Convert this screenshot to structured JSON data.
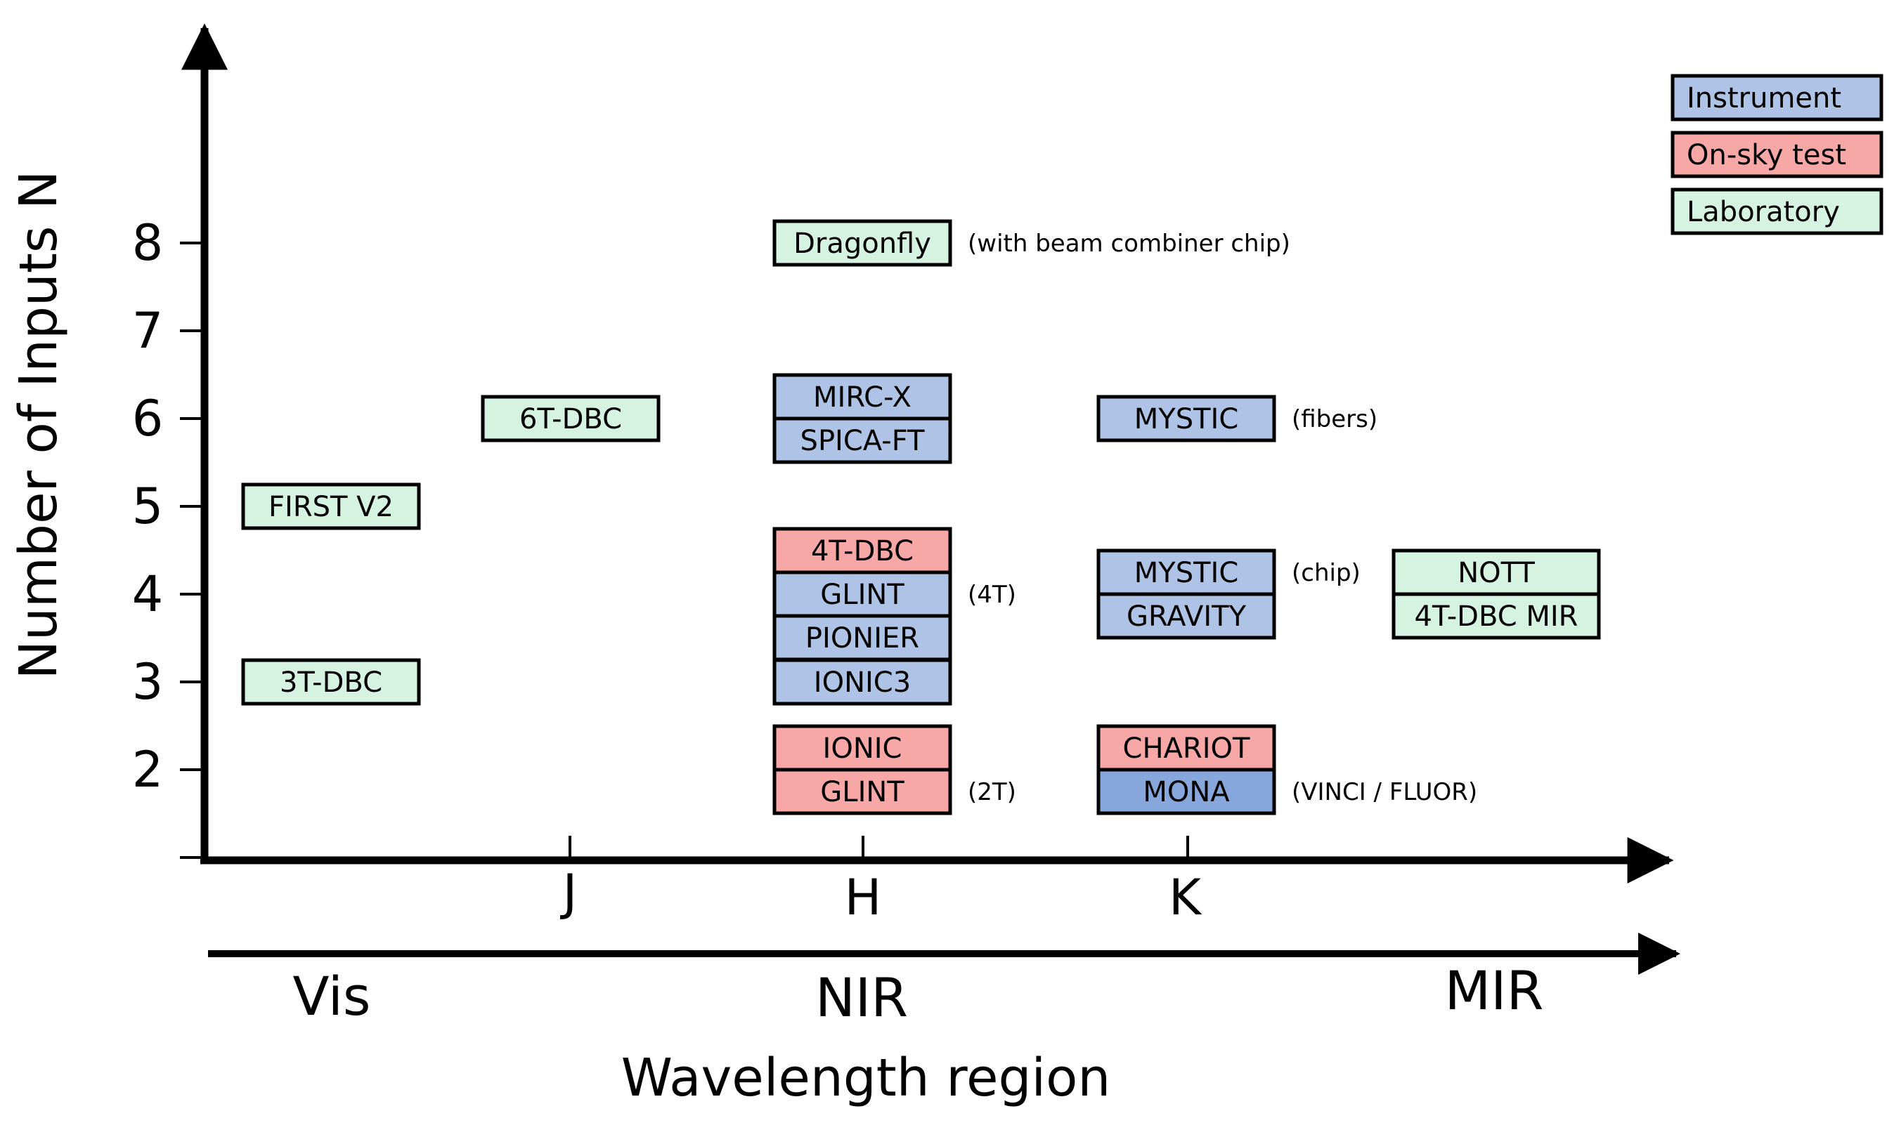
{
  "chart_data": {
    "type": "table",
    "xlabel": "Wavelength region",
    "ylabel": "Number of Inputs N",
    "y_ticks": [
      1,
      2,
      3,
      4,
      5,
      6,
      7,
      8
    ],
    "y_tick_labels": [
      "2",
      "3",
      "4",
      "5",
      "6",
      "7",
      "8"
    ],
    "band_ticks": [
      "J",
      "H",
      "K"
    ],
    "regions": [
      "Vis",
      "NIR",
      "MIR"
    ],
    "legend": [
      {
        "label": "Instrument",
        "category": "instrument"
      },
      {
        "label": "On-sky test",
        "category": "onsky"
      },
      {
        "label": "Laboratory",
        "category": "lab"
      }
    ],
    "colors": {
      "instrument": "#aec3e6",
      "instrument_dark": "#87a6db",
      "onsky": "#f8a7a7",
      "lab": "#d6f2e0",
      "border": "#000000"
    },
    "entries": [
      {
        "label": "FIRST V2",
        "band": "Vis",
        "n": 5,
        "category": "lab",
        "note": ""
      },
      {
        "label": "3T-DBC",
        "band": "Vis",
        "n": 3,
        "category": "lab",
        "note": ""
      },
      {
        "label": "6T-DBC",
        "band": "J",
        "n": 6,
        "category": "lab",
        "note": ""
      },
      {
        "label": "Dragonfly",
        "band": "H",
        "n": 8,
        "category": "lab",
        "note": "(with beam combiner chip)"
      },
      {
        "label": "MIRC-X",
        "band": "H",
        "n": 6,
        "category": "instrument",
        "note": ""
      },
      {
        "label": "SPICA-FT",
        "band": "H",
        "n": 6,
        "category": "instrument",
        "note": ""
      },
      {
        "label": "4T-DBC",
        "band": "H",
        "n": 4,
        "category": "onsky",
        "note": ""
      },
      {
        "label": "GLINT",
        "band": "H",
        "n": 4,
        "category": "instrument",
        "note": "(4T)"
      },
      {
        "label": "PIONIER",
        "band": "H",
        "n": 4,
        "category": "instrument",
        "note": ""
      },
      {
        "label": "IONIC3",
        "band": "H",
        "n": 3,
        "category": "instrument",
        "note": ""
      },
      {
        "label": "IONIC",
        "band": "H",
        "n": 2,
        "category": "onsky",
        "note": ""
      },
      {
        "label": "GLINT",
        "band": "H",
        "n": 2,
        "category": "onsky",
        "note": "(2T)"
      },
      {
        "label": "MYSTIC",
        "band": "K",
        "n": 6,
        "category": "instrument",
        "note": "(fibers)"
      },
      {
        "label": "MYSTIC",
        "band": "K",
        "n": 4,
        "category": "instrument",
        "note": "(chip)"
      },
      {
        "label": "GRAVITY",
        "band": "K",
        "n": 4,
        "category": "instrument",
        "note": ""
      },
      {
        "label": "CHARIOT",
        "band": "K",
        "n": 2,
        "category": "onsky",
        "note": ""
      },
      {
        "label": "MONA",
        "band": "K",
        "n": 2,
        "category": "instrument",
        "note": "(VINCI / FLUOR)"
      },
      {
        "label": "NOTT",
        "band": "MIR",
        "n": 4,
        "category": "lab",
        "note": ""
      },
      {
        "label": "4T-DBC MIR",
        "band": "MIR",
        "n": 4,
        "category": "lab",
        "note": ""
      }
    ]
  }
}
